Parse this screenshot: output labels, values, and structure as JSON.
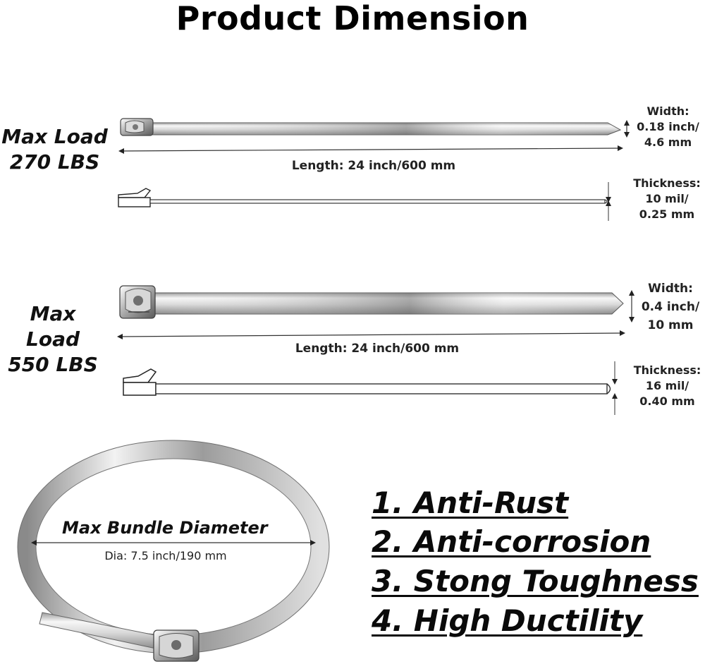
{
  "title": "Product Dimension",
  "tie_small": {
    "load_line1": "Max Load",
    "load_line2": "270 LBS",
    "length": "Length: 24 inch/600 mm",
    "width_label": "Width:",
    "width_imperial": "0.18 inch/",
    "width_metric": "4.6 mm",
    "thickness_label": "Thickness:",
    "thickness_imperial": "10 mil/",
    "thickness_metric": "0.25 mm"
  },
  "tie_large": {
    "load_line1": "Max Load",
    "load_line2": "550 LBS",
    "length": "Length: 24 inch/600 mm",
    "width_label": "Width:",
    "width_imperial": "0.4 inch/",
    "width_metric": "10 mm",
    "thickness_label": "Thickness:",
    "thickness_imperial": "16 mil/",
    "thickness_metric": "0.40 mm"
  },
  "bundle": {
    "title": "Max Bundle Diameter",
    "diameter": "Dia: 7.5 inch/190 mm"
  },
  "features": [
    "1. Anti-Rust",
    "2. Anti-corrosion",
    "3. Stong Toughness",
    "4. High Ductility"
  ],
  "colors": {
    "steel_light": "#f4f4f4",
    "steel_mid": "#c8c8c8",
    "steel_dark": "#6e6e6e",
    "text": "#111111"
  }
}
